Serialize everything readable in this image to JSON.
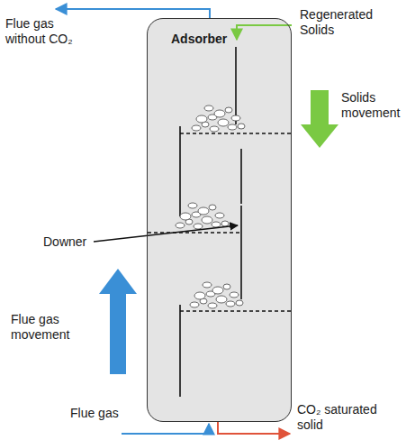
{
  "diagram": {
    "nodes": [
      {
        "text": [
          "Adsorber"
        ]
      }
    ],
    "labels": [
      "Flue gas without CO₂",
      "Regenerated Solids",
      "Solids movement",
      "Downer",
      "Flue gas movement",
      "Flue gas",
      "CO₂ saturated solid"
    ]
  }
}
